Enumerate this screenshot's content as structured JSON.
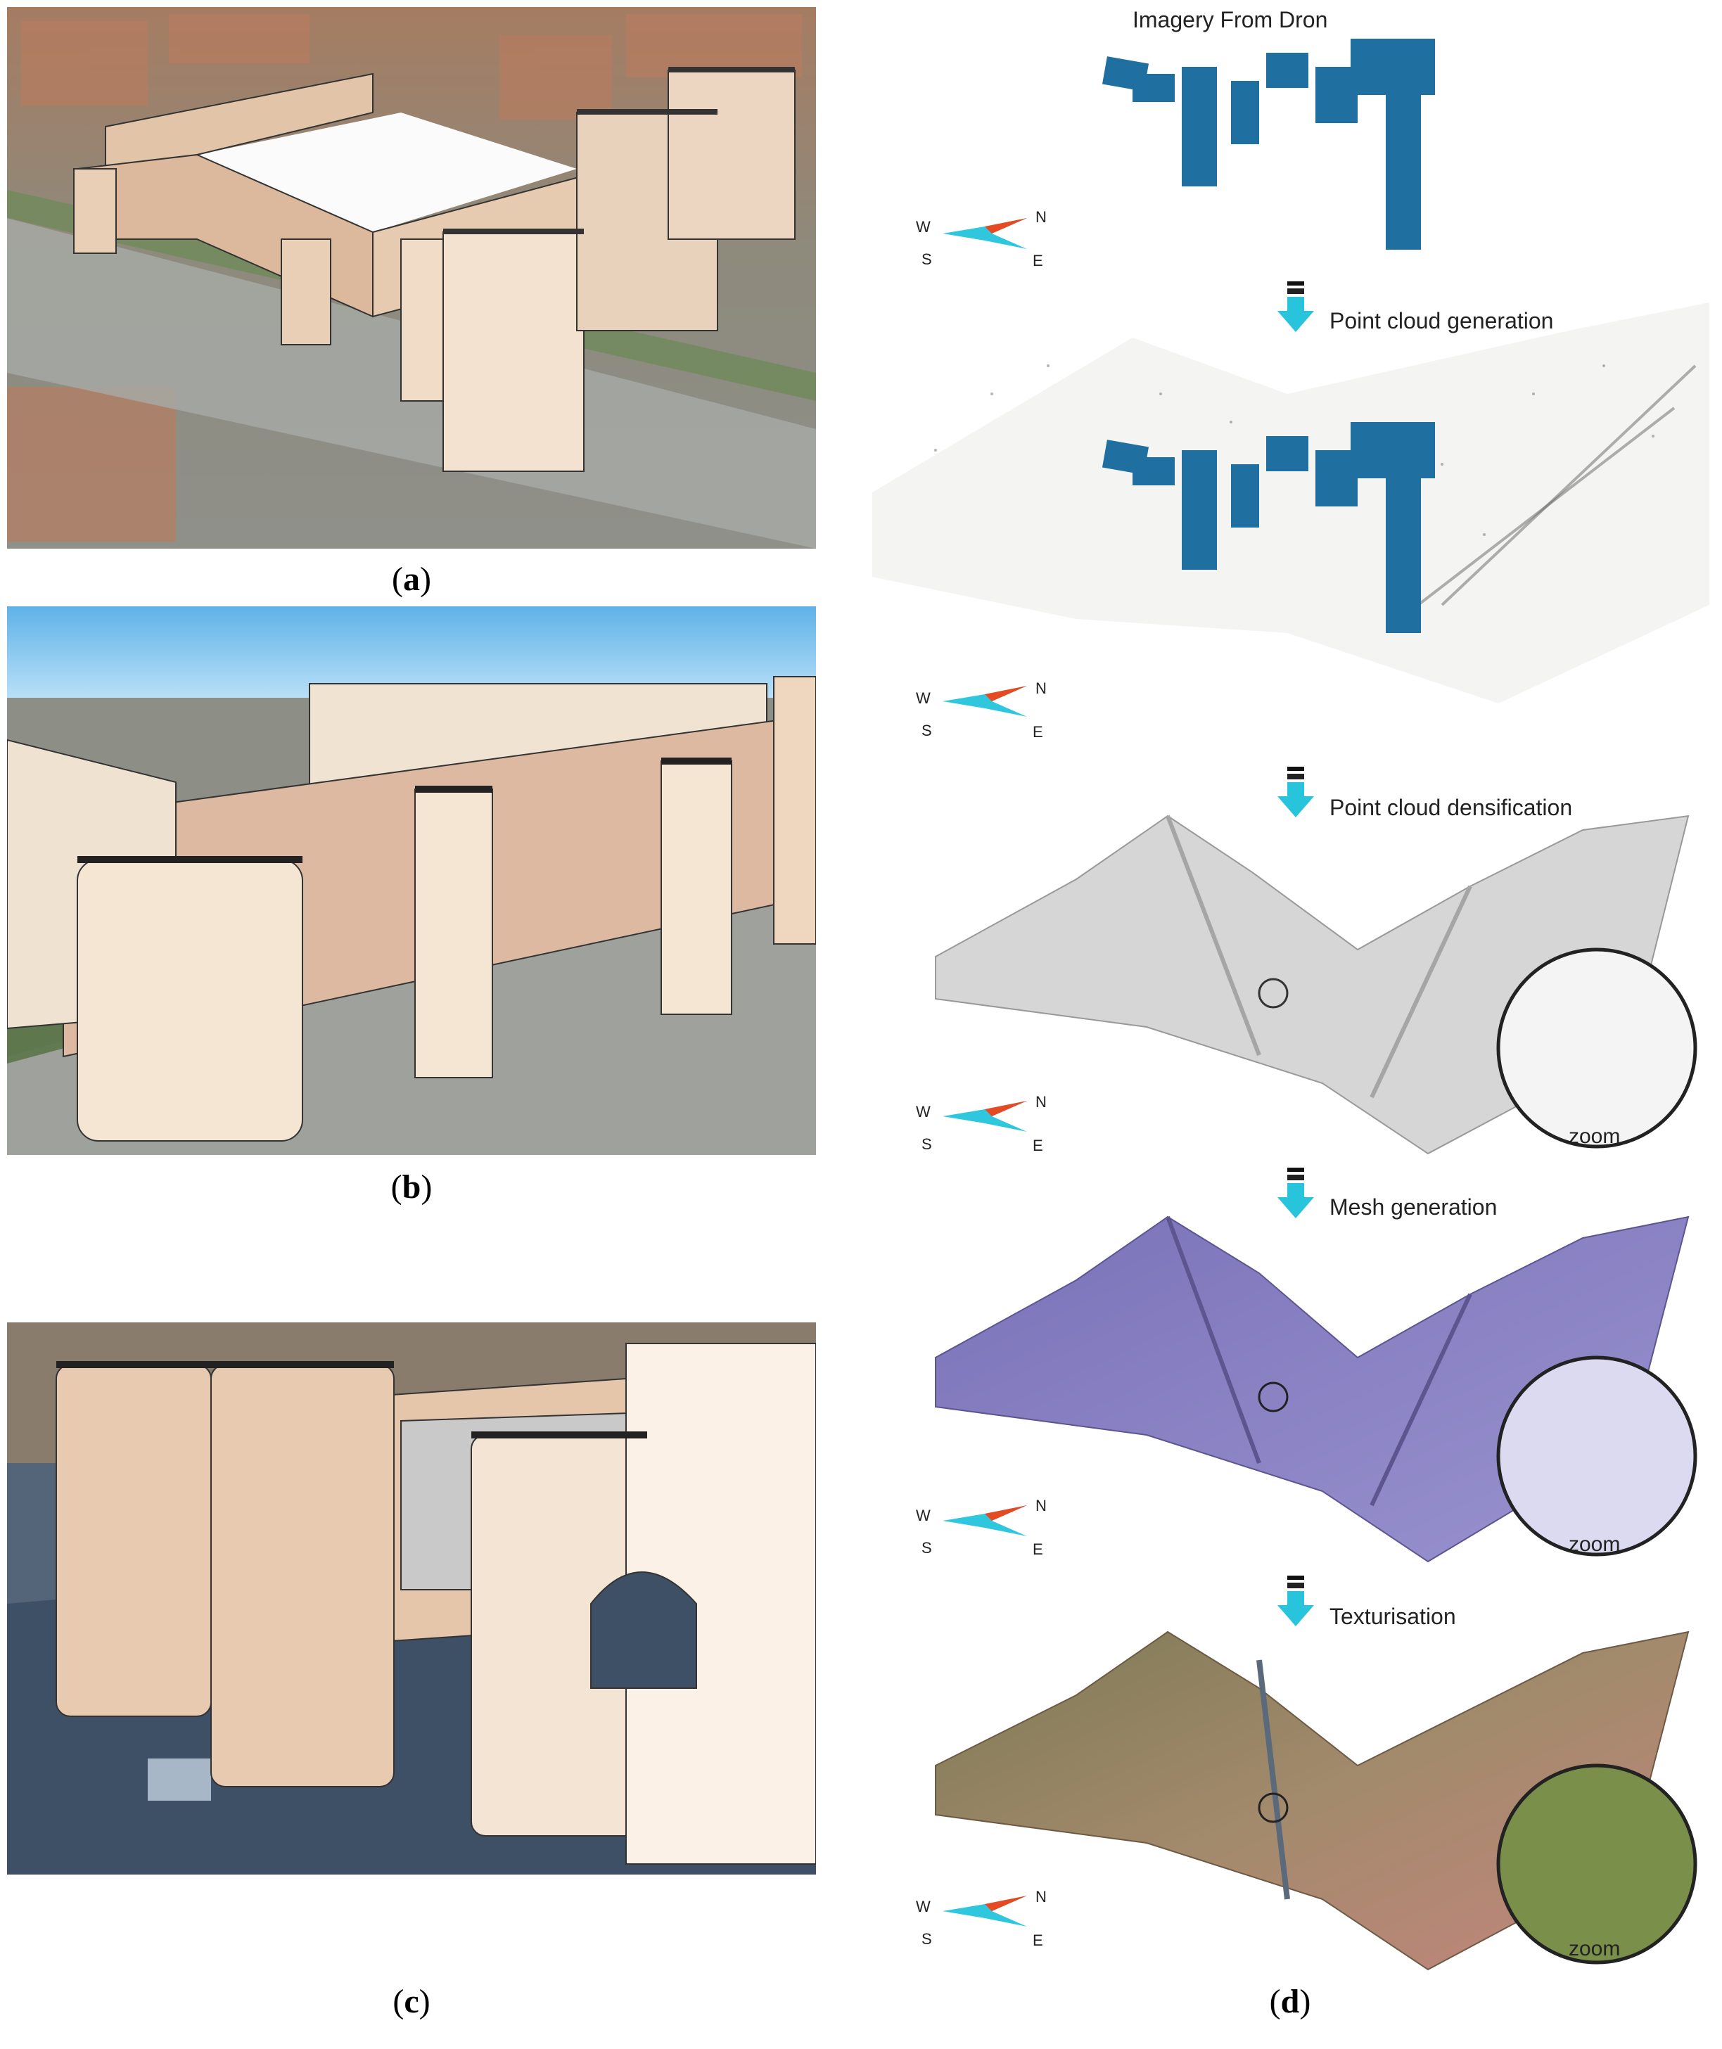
{
  "captions": {
    "a": "a",
    "b": "b",
    "c": "c",
    "d": "d"
  },
  "pipeline": {
    "title": "Imagery From Dron",
    "steps": [
      "Point cloud generation",
      "Point cloud densification",
      "Mesh generation",
      "Texturisation"
    ],
    "zoom_label": "zoom",
    "compass": {
      "n": "N",
      "e": "E",
      "s": "S",
      "w": "W"
    }
  },
  "colors": {
    "wall": "#e2c4a8",
    "tower": "#f3e2cf",
    "camera": "#1f6fa0",
    "arrow": "#27c4dc",
    "mesh": "#8880c0",
    "sky": "#7fc3ee"
  }
}
